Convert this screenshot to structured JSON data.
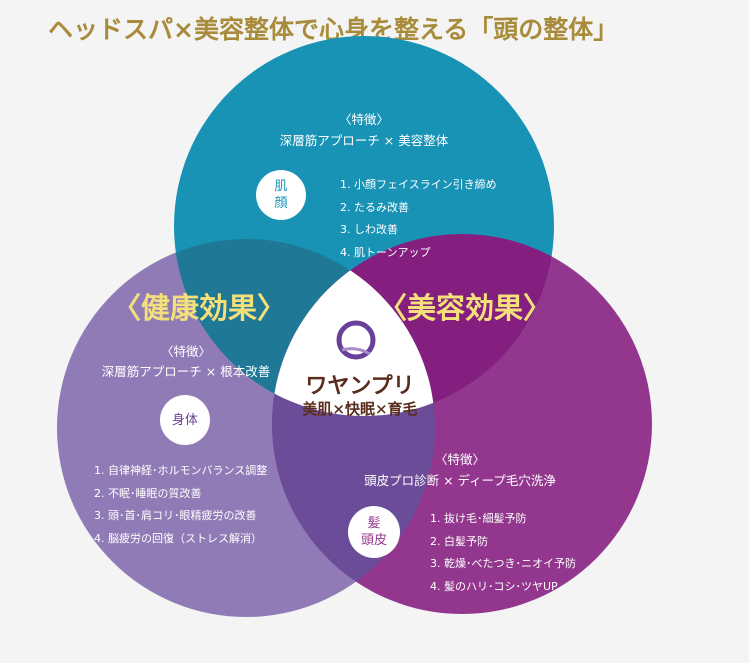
{
  "title": "ヘッドスパ×美容整体で心身を整える「頭の整体」",
  "colors": {
    "top": "#1893b6",
    "left": "#917bb7",
    "right": "#92378d",
    "title": "#a88c3c",
    "effect": "#f3e07a"
  },
  "top_circle": {
    "feature_label": "〈特徴〉",
    "feature": "深層筋アプローチ × 美容整体",
    "badge": [
      "肌",
      "顔"
    ],
    "items": [
      "1. 小顔フェイスライン引き締め",
      "2. たるみ改善",
      "3. しわ改善",
      "4. 肌トーンアップ"
    ]
  },
  "left_circle": {
    "effect": "〈健康効果〉",
    "feature_label": "〈特徴〉",
    "feature": "深層筋アプローチ × 根本改善",
    "badge": [
      "身体"
    ],
    "items": [
      "1. 自律神経･ホルモンバランス調整",
      "2. 不眠･睡眠の質改善",
      "3. 頭･首･肩コリ･眼精疲労の改善",
      "4. 脳疲労の回復（ストレス解消）"
    ]
  },
  "right_circle": {
    "effect": "〈美容効果〉",
    "feature_label": "〈特徴〉",
    "feature": "頭皮プロ診断 × ディープ毛穴洗浄",
    "badge": [
      "髪",
      "頭皮"
    ],
    "items": [
      "1. 抜け毛･細髪予防",
      "2. 白髪予防",
      "3. 乾燥･べたつき･ニオイ予防",
      "4. 髪のハリ･コシ･ツヤUP"
    ]
  },
  "logo": {
    "name": "ワヤンプリ",
    "tagline": "美肌×快眠×育毛"
  }
}
